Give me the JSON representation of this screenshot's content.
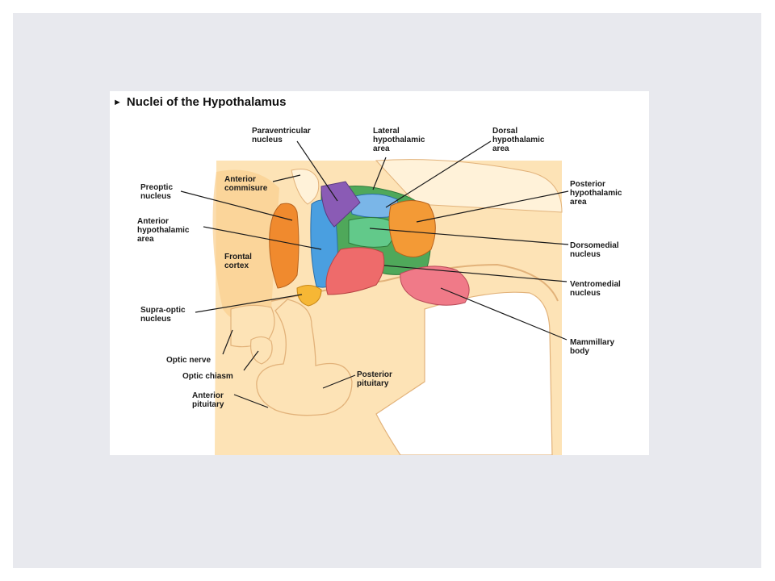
{
  "title": "Nuclei of the Hypothalamus",
  "labels": {
    "paraventricular": "Paraventricular\nnucleus",
    "lateral": "Lateral\nhypothalamic\narea",
    "dorsal": "Dorsal\nhypothalamic\narea",
    "anterior_commisure": "Anterior\ncommisure",
    "preoptic": "Preoptic\nnucleus",
    "posterior_hypo": "Posterior\nhypothalamic\narea",
    "anterior_hypo": "Anterior\nhypothalamic\narea",
    "dorsomedial": "Dorsomedial\nnucleus",
    "frontal_cortex": "Frontal\ncortex",
    "ventromedial": "Ventromedial\nnucleus",
    "supraoptic": "Supra-optic\nnucleus",
    "mammillary": "Mammillary\nbody",
    "optic_nerve": "Optic nerve",
    "optic_chiasm": "Optic chiasm",
    "posterior_pituitary": "Posterior\npituitary",
    "anterior_pituitary": "Anterior\npituitary"
  },
  "colors": {
    "tissue": "#fbdcaa",
    "tissue_outline": "#e2b27a",
    "preoptic": "#f08a2e",
    "anterior_hypo": "#4a9fe0",
    "paraventricular": "#8a5bb5",
    "lateral": "#4fa85a",
    "dorsal": "#7ab6e8",
    "dorsomedial": "#62c98a",
    "posterior_hypo": "#f39a36",
    "ventromedial": "#ee6b6b",
    "mammillary": "#f07a88",
    "supraoptic": "#f6b735"
  }
}
